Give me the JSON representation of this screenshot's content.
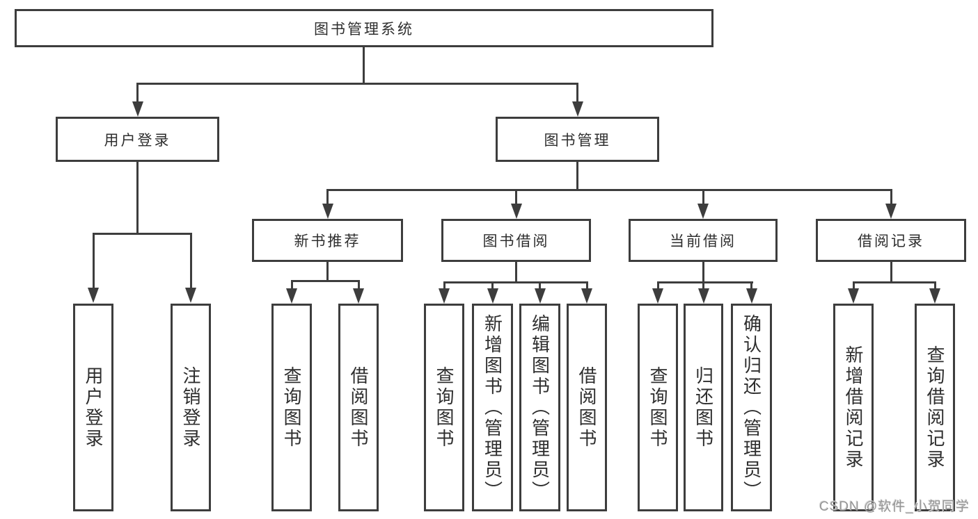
{
  "colors": {
    "line": "#3d3d3d",
    "text": "#2e2e2e",
    "background": "#ffffff",
    "watermark_text": "#969696"
  },
  "tree": {
    "label": "图书管理系统",
    "children": [
      {
        "label": "用户登录",
        "children": [
          {
            "label": "用户登录"
          },
          {
            "label": "注销登录"
          }
        ]
      },
      {
        "label": "图书管理",
        "children": [
          {
            "label": "新书推荐",
            "children": [
              {
                "label": "查询图书"
              },
              {
                "label": "借阅图书"
              }
            ]
          },
          {
            "label": "图书借阅",
            "children": [
              {
                "label": "查询图书"
              },
              {
                "label": "新增图书（管理员）"
              },
              {
                "label": "编辑图书（管理员）"
              },
              {
                "label": "借阅图书"
              }
            ]
          },
          {
            "label": "当前借阅",
            "children": [
              {
                "label": "查询图书"
              },
              {
                "label": "归还图书"
              },
              {
                "label": "确认归还（管理员）"
              }
            ]
          },
          {
            "label": "借阅记录",
            "children": [
              {
                "label": "新增借阅记录"
              },
              {
                "label": "查询借阅记录"
              }
            ]
          }
        ]
      }
    ]
  },
  "watermark": {
    "text": "CSDN @软件_小贺同学"
  }
}
